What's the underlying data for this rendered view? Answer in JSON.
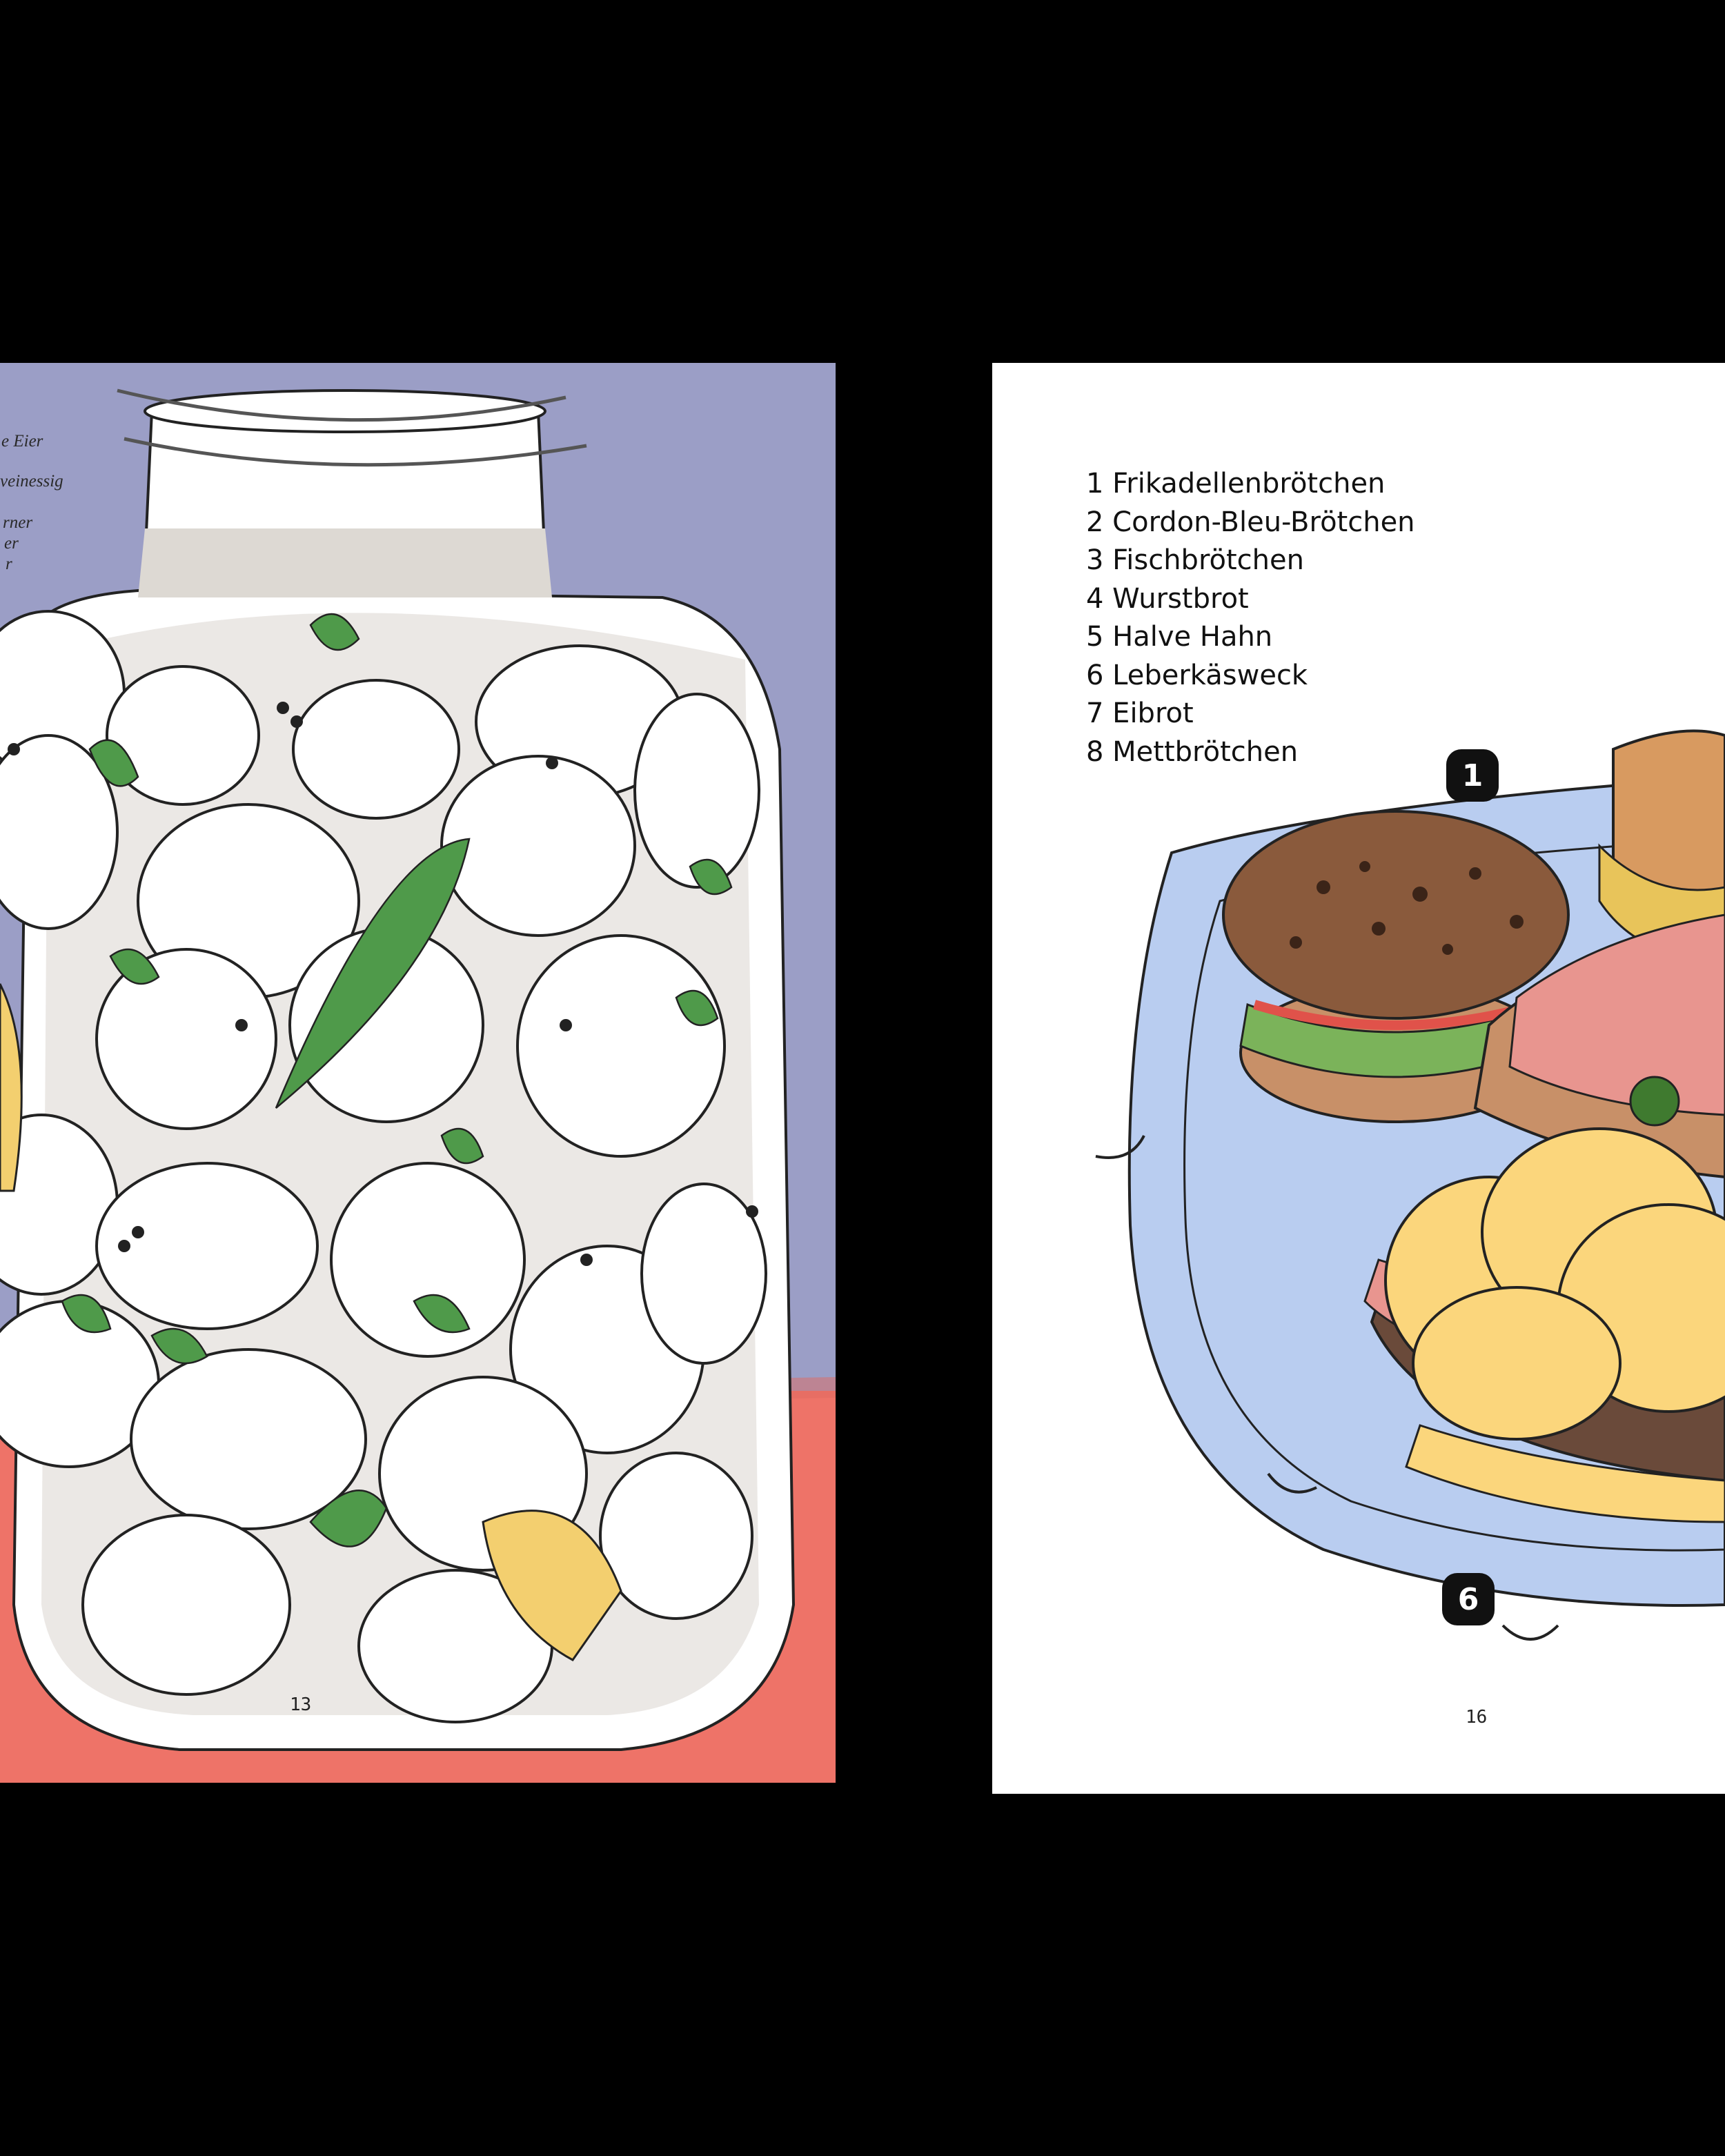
{
  "left_page": {
    "recipe_fragment_lines": [
      "e Eier",
      "veinessig",
      "rner",
      "er",
      "r"
    ],
    "page_number": "13",
    "colors": {
      "wall": "#9b9ec6",
      "table": "#ee7368",
      "egg": "#ffffff",
      "herb": "#4f9a4a",
      "jar_neck": "#ddd9d3"
    }
  },
  "right_page": {
    "sandwich_list": [
      "1 Frikadellenbrötchen",
      "2 Cordon-Bleu-Brötchen",
      "3 Fischbrötchen",
      "4 Wurstbrot",
      "5 Halve Hahn",
      "6 Leberkäsweck",
      "7 Eibrot",
      "8 Mettbrötchen"
    ],
    "markers": [
      "1",
      "6"
    ],
    "page_number": "16",
    "colors": {
      "plate": "#b9cdf0",
      "bread": "#c89068",
      "leberkaese": "#e8958f",
      "cheese": "#fbd67c"
    }
  }
}
